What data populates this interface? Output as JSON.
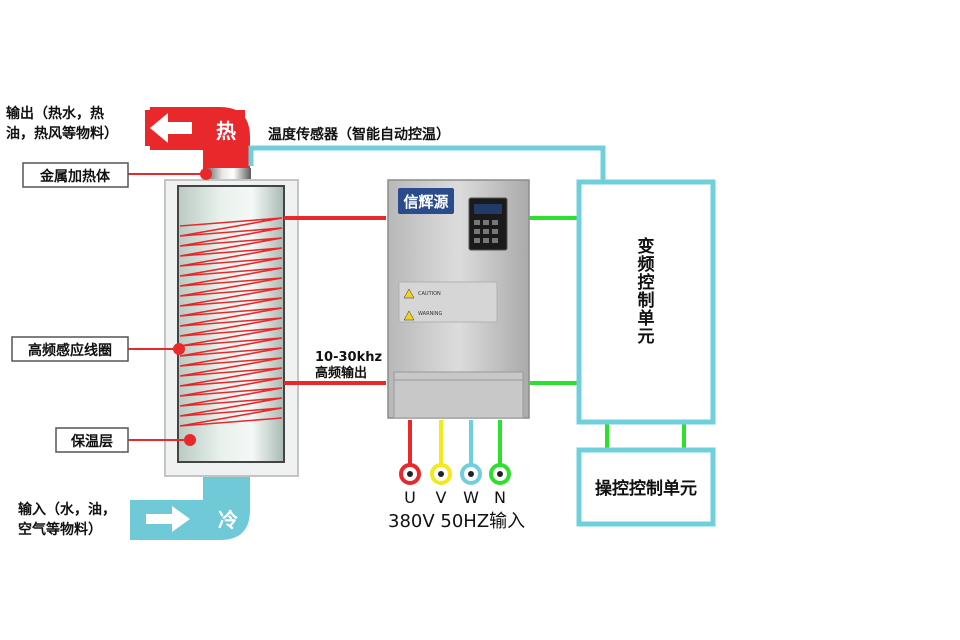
{
  "labels": {
    "output": [
      "输出（热水，热",
      "油，热风等物料）"
    ],
    "hot": "热",
    "cold": "冷",
    "metal_body": "金属加热体",
    "coil": "高频感应线圈",
    "insulation": "保温层",
    "input": [
      "输入（水，油，",
      "空气等物料）"
    ],
    "sensor": "温度传感器（智能自动控温）",
    "freq": [
      "10-30khz",
      "高频输出"
    ],
    "brand": "信辉源",
    "caution": "CAUTION",
    "warning": "WARNING",
    "vfd_unit": [
      "变",
      "频",
      "控",
      "制",
      "单",
      "元"
    ],
    "control_unit": "操控控制单元",
    "terminals": [
      "U",
      "V",
      "W",
      "N"
    ],
    "power": "380V  50HZ输入"
  },
  "colors": {
    "hot": "#e8282b",
    "cold": "#6fc9d6",
    "wire_red": "#e8282b",
    "wire_green": "#2ee02e",
    "wire_cyan": "#6fd0dc",
    "wire_yellow": "#f2ea1a",
    "box_border": "#6fd0dc"
  }
}
